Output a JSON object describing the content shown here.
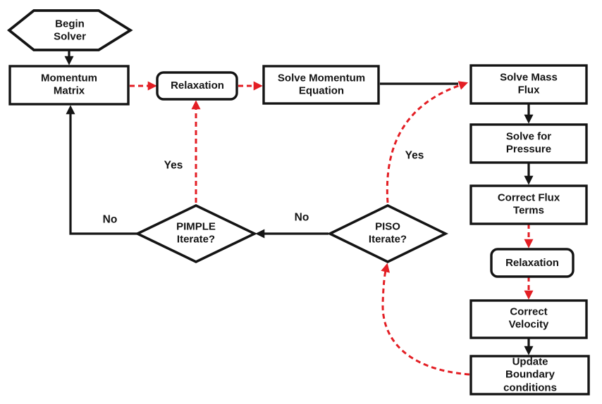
{
  "colors": {
    "line_black": "#141414",
    "accent_red": "#e31e24",
    "background": "#ffffff"
  },
  "nodes": {
    "begin_solver": {
      "label": "Begin\nSolver",
      "shape": "hexagon"
    },
    "momentum_matrix": {
      "label": "Momentum\nMatrix",
      "shape": "rect"
    },
    "relaxation_top": {
      "label": "Relaxation",
      "shape": "rounded-rect"
    },
    "solve_momentum_equation": {
      "label": "Solve Momentum\nEquation",
      "shape": "rect"
    },
    "solve_mass_flux": {
      "label": "Solve Mass Flux",
      "shape": "rect"
    },
    "solve_for_pressure": {
      "label": "Solve for Pressure",
      "shape": "rect"
    },
    "correct_flux_terms": {
      "label": "Correct Flux\nTerms",
      "shape": "rect"
    },
    "relaxation_right": {
      "label": "Relaxation",
      "shape": "rounded-rect"
    },
    "correct_velocity": {
      "label": "Correct Velocity",
      "shape": "rect"
    },
    "update_boundary_conditions": {
      "label": "Update Boundary\nconditions",
      "shape": "rect"
    },
    "pimple_iterate": {
      "label": "PIMPLE\nIterate?",
      "shape": "diamond"
    },
    "piso_iterate": {
      "label": "PISO\nIterate?",
      "shape": "diamond"
    }
  },
  "edge_labels": {
    "pimple_yes": "Yes",
    "pimple_no": "No",
    "piso_no": "No",
    "piso_yes": "Yes"
  }
}
